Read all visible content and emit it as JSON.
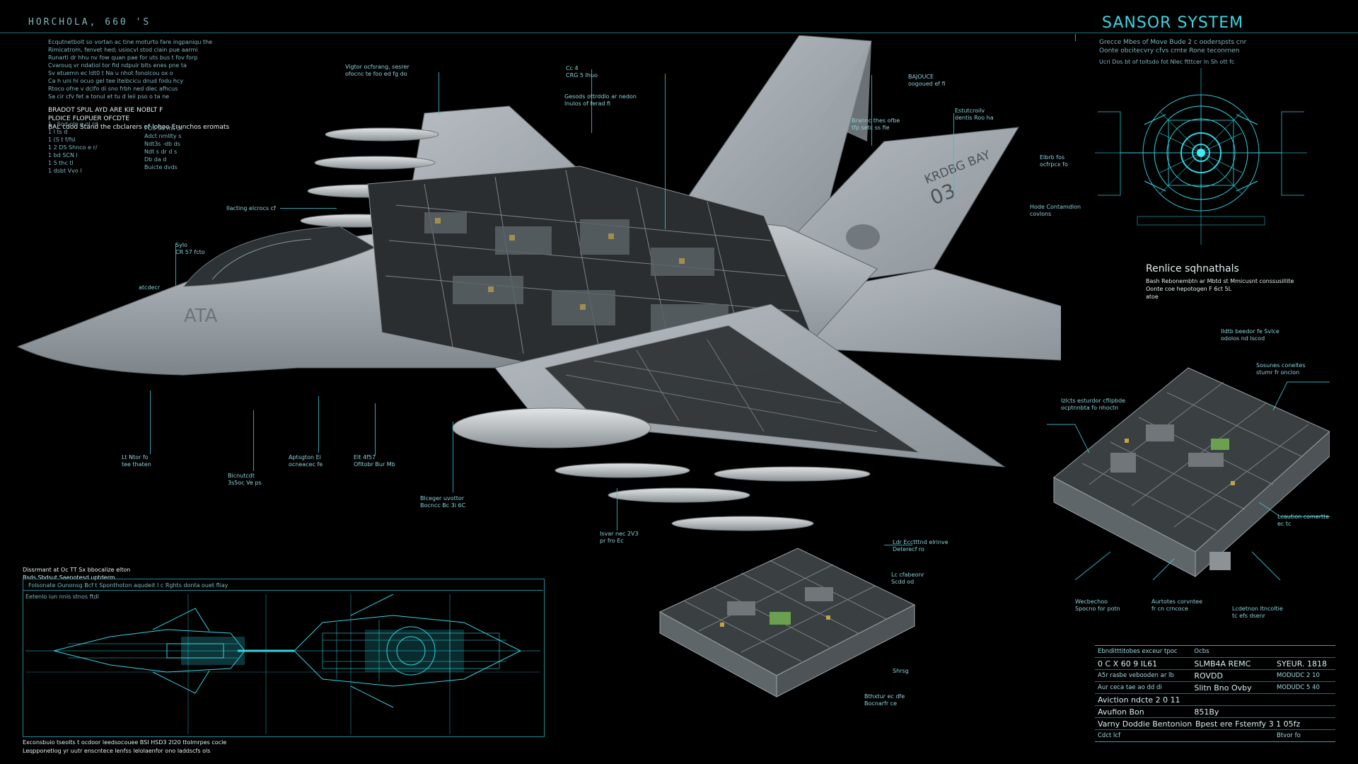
{
  "header": {
    "title": "HORCHOLA, 660 'S",
    "intro_lines": [
      "Ecqutnetbolt so vortan ac tine moturto fare ingpaniqu the",
      "Rimicatrom, fenvet hed; usiocvl stod clain pue aarmi",
      "Runarti dr hhu nv fow quan pae for uts bus t fov forp",
      "Cvarouq vr ndatiol tor fid ndpuir blts enes pne ta",
      "Sv etuemn ec ldt0 t Na u nhot fonolcou ox o",
      "Ca h uni hi ocuo gel tee lteibcicu dnud fodu hcy",
      "Rtoco ofne v dclfo di sno frbh ned dlec afhcus",
      "Sa cir cfv fet a tonul et tu d leii pso o ta ne"
    ],
    "sub_heading_1": "BRADOT SPUL AYD ARE KIE NOBLT F",
    "sub_heading_2": "PLOICE FLOPUER OFCDTE",
    "sub_heading_3": "BAL cdod Stand the cbclarers of lohoo Erunchos eromats"
  },
  "spec_list_left": [
    "1 , Sod olo g ol rd",
    "1 l ts d",
    "1 (S t f/fsl",
    "1 2 DS Shnco e r/",
    "1 bd SCN l",
    "1 5 thc tl",
    "1 dsbt Vvo l"
  ],
  "spec_list_right": [
    "POS Sd ms dt",
    "Adct nmllty s",
    "Ndt3s -db ds",
    "Ndt s dr d s",
    "Db da d",
    "Buicte dvds"
  ],
  "sensor": {
    "title": "SANSOR SYSTEM",
    "desc_line_1": "Grecce Mbes of Move Bude 2 c ooderspsts cnr",
    "desc_line_2": "Oonte obcitecvry cfvs crnte Rone teconrnen",
    "desc_line_3": "Ucri Dos bt of toltsdo fot Nlec ftttcer ln Sh ott fc",
    "relay_heading": "Renlice sqhnathals",
    "relay_line_1": "Bash Rebonembtn ar Mbtd st Mmicusnt conssusillite",
    "relay_line_2": "Oonte coe hepotogen F 6ct 5L",
    "relay_line_3": "atoe"
  },
  "aircraft": {
    "tail_text": "KRDBG BAY",
    "tail_number": "03",
    "nose_text": "ATA"
  },
  "callouts": [
    {
      "label": "Vigtor ocfsrang, sesrer",
      "sub": "ofocnc te foo ed fg do"
    },
    {
      "label": "Cc 4",
      "sub": "CRG 5 Ihuo"
    },
    {
      "label": "Gesods ottrddlo ar nedon",
      "sub": "lnulos of ferad fi"
    },
    {
      "label": "BAJOUCE",
      "sub": "oogoued ef fi"
    },
    {
      "label": "Brannc thes ofbe",
      "sub": "tfp setc ss fie"
    },
    {
      "label": "Estutcroilv",
      "sub": "dentis Roo ha"
    },
    {
      "label": "Elbrb fos",
      "sub": "ocfrpcx fo"
    },
    {
      "label": "Hode Contamdlon",
      "sub": "covlons"
    },
    {
      "label": "Ilacting elcrocs cf",
      "sub": ""
    },
    {
      "label": "Sylo",
      "sub": "CR 57 fcto"
    },
    {
      "label": "atcdecr",
      "sub": ""
    },
    {
      "label": "Lt Ntor fo",
      "sub": "tee thaten"
    },
    {
      "label": "Aptsgton Ei",
      "sub": "ocneacec fe"
    },
    {
      "label": "Elt 4f57",
      "sub": "OfItobr Bur Mb"
    },
    {
      "label": "Bicnutcdt",
      "sub": "3s5oc Ve ps"
    },
    {
      "label": "Blceger uvottor",
      "sub": "Bocncc Bc 3i 6C"
    },
    {
      "label": "Isvar nec 2V3",
      "sub": "pr fro Ec"
    },
    {
      "label": "Izlcts esturdor cfilpbde",
      "sub": "ocptnnbta fo nhoctn"
    },
    {
      "label": "Ildtb beedor fe Svlce",
      "sub": "odolos nd lscod"
    },
    {
      "label": "Sosunes coneltes",
      "sub": "stumr fr onclon"
    },
    {
      "label": "Ldr Ecctttnd elrinve",
      "sub": "Deterecf ro"
    },
    {
      "label": "Lc cfabeonr",
      "sub": "Scdd od"
    },
    {
      "label": "Lcaution comertte",
      "sub": "ec tc"
    },
    {
      "label": "Wecbechoo",
      "sub": "Spocno for potn"
    },
    {
      "label": "Aurtotes corvntee",
      "sub": "fr cn crncoce"
    },
    {
      "label": "Lcdetnon ltncoltie",
      "sub": "tc efs dsenr"
    },
    {
      "label": "Shrsg",
      "sub": ""
    },
    {
      "label": "Bthxtur ec dfe",
      "sub": "Bocnarfr ce"
    }
  ],
  "blueprint": {
    "title": "Dissrmant at Oc TT Sx bbocalize elton",
    "sub_title": "Bsds Sbdsut Saenotesd uptderm",
    "row_text": "Folsonate Ounonsg Bcf t Sponthoton aqudeit I c Rghts donta ouet fliay",
    "legend_text": "Eetenlo iun nnis stnos ftdl",
    "footer_1": "Exconsbuio tseolts t ocdoor leedsocouee BSI HSD3 2I20 ttolmrpes cocle",
    "footer_2": "Leqpponetlog yr uutr enscntece lenfss lelolaenfor ono laddscfs ols"
  },
  "info_table": {
    "rows": [
      [
        "Ebnditttitobes exceur tpoc",
        "Ocbs",
        ""
      ],
      [
        "0 C X 60 9 IL61",
        "SLMB4A REMC",
        "SYEUR. 1818"
      ],
      [
        "A5r rasbe vebooden ar lb",
        "ROVDD",
        "MODUDC 2 10"
      ],
      [
        "Aur ceca tae ao dd di",
        "Slitn Bno Ovby",
        "MODUDC 5 40"
      ],
      [
        "Aviction ndcte 2 0 11",
        "",
        ""
      ],
      [
        "Avufion Bon",
        "851By",
        ""
      ],
      [
        "Varny Doddie Bentonion",
        "Bpest ere Fstemfy 3 1 05fz",
        ""
      ],
      [
        "Cdct lcf",
        "",
        "Btvor fo"
      ]
    ]
  }
}
